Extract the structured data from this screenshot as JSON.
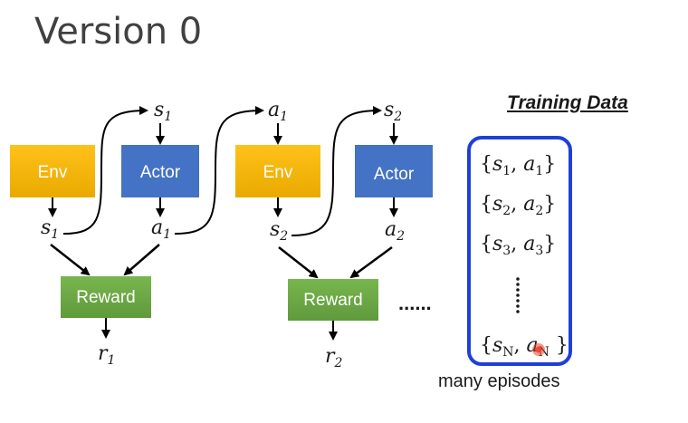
{
  "title": "Version 0",
  "training_data_title": "Training Data",
  "caption": "many episodes",
  "ellipsis": "......",
  "boxes": {
    "env": "Env",
    "actor": "Actor",
    "reward": "Reward"
  },
  "symbols": {
    "s": "s",
    "a": "a",
    "r": "r",
    "sub1": "1",
    "sub2": "2",
    "sub3": "3",
    "subN": "N"
  },
  "training_pairs": [
    {
      "s_sub": "1",
      "a_sub": "1"
    },
    {
      "s_sub": "2",
      "a_sub": "2"
    },
    {
      "s_sub": "3",
      "a_sub": "3"
    },
    {
      "s_sub": "N",
      "a_sub": "N"
    }
  ],
  "colors": {
    "env": "#f5b800",
    "actor": "#4472c4",
    "reward": "#70ad47",
    "frame": "#1f3fd8",
    "cursor": "#e8442a"
  }
}
